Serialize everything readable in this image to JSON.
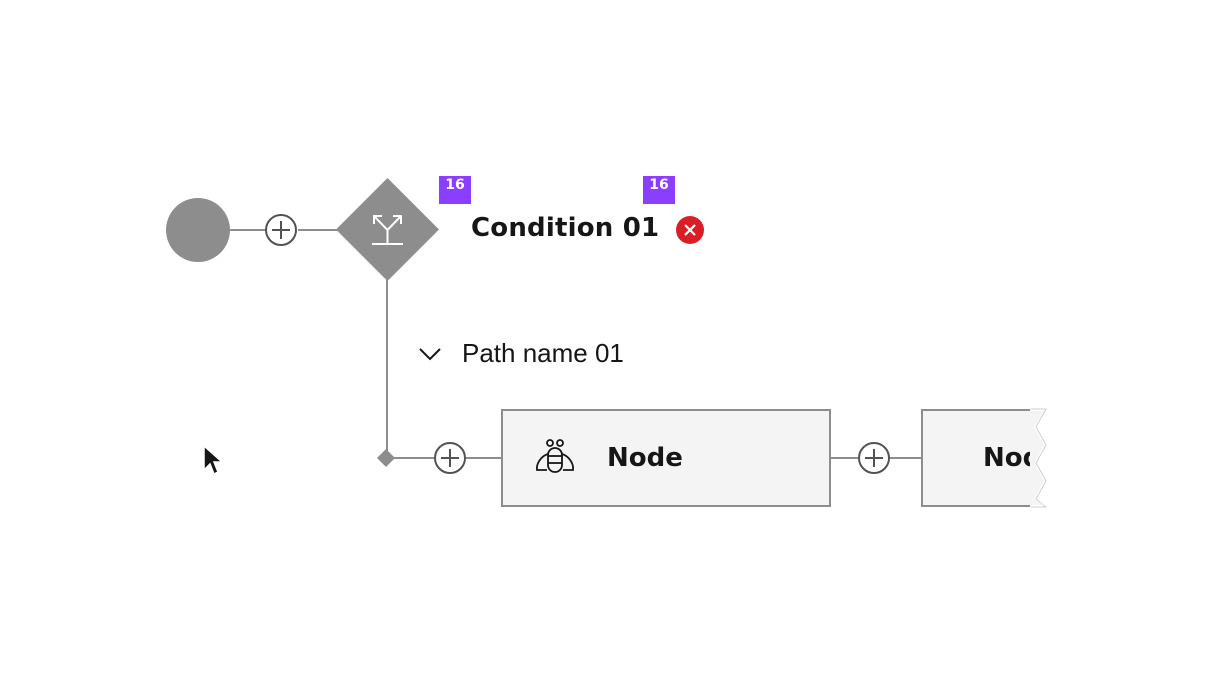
{
  "condition": {
    "label": "Condition 01",
    "badge_left": "16",
    "badge_right": "16",
    "error_icon": "error-filled-icon"
  },
  "path": {
    "label": "Path name 01",
    "toggle_icon": "chevron-down-icon"
  },
  "nodes": [
    {
      "label": "Node",
      "icon": "bee-icon"
    },
    {
      "label": "Node",
      "icon": "bee-icon"
    }
  ],
  "colors": {
    "connector": "#8d8d8d",
    "node_background": "#f4f4f4",
    "spacing_badge": "#8a3ffc",
    "error": "#da1e28",
    "text": "#161616"
  }
}
